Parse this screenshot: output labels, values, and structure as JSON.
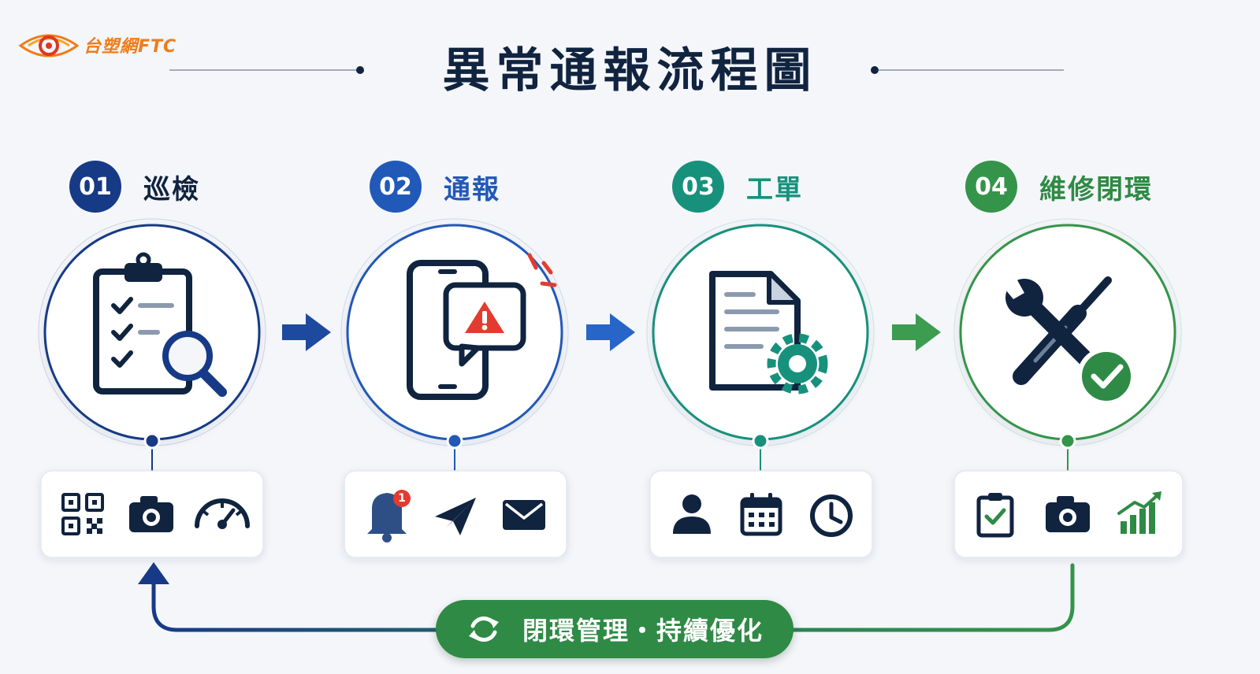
{
  "brand": {
    "logo_text": "台塑網FTC"
  },
  "title": "異常通報流程圖",
  "steps": [
    {
      "num": "01",
      "label": "巡檢",
      "color": "#173a86",
      "main_icon": "clipboard-magnifier-icon",
      "tools": [
        "qr-code-icon",
        "camera-icon",
        "gauge-icon"
      ]
    },
    {
      "num": "02",
      "label": "通報",
      "color": "#2159b8",
      "main_icon": "phone-alert-icon",
      "tools": [
        "bell-icon",
        "send-icon",
        "mail-icon"
      ],
      "notification_count": "1"
    },
    {
      "num": "03",
      "label": "工單",
      "color": "#17917c",
      "main_icon": "document-gear-icon",
      "tools": [
        "user-icon",
        "calendar-icon",
        "clock-icon"
      ]
    },
    {
      "num": "04",
      "label": "維修閉環",
      "color": "#34944a",
      "main_icon": "wrench-screwdriver-check-icon",
      "tools": [
        "clipboard-check-icon",
        "camera-icon",
        "growth-chart-icon"
      ]
    }
  ],
  "loop": {
    "label": "閉環管理・持續優化",
    "icon": "refresh-icon"
  },
  "colors": {
    "navy": "#10233f",
    "alert": "#e33b2f",
    "logo": "#ef7d1a",
    "loop": "#2f8a45"
  }
}
